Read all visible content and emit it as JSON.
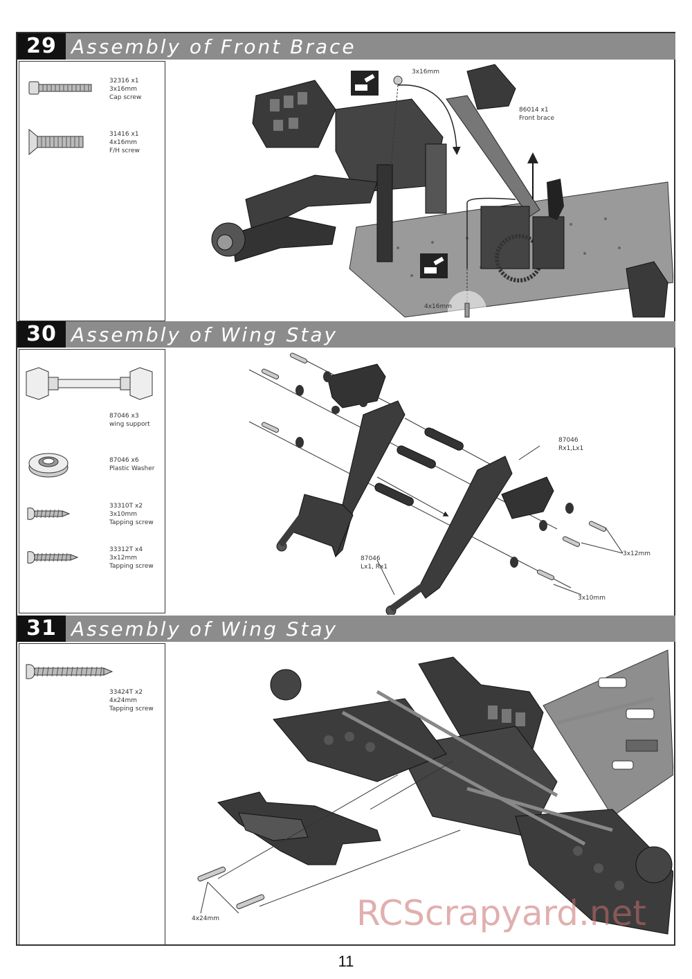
{
  "page_number": "11",
  "watermark": "RCScrapyard.net",
  "steps": [
    {
      "number": "29",
      "title": "Assembly of Front Brace",
      "parts": [
        {
          "icon": "cap-screw-icon",
          "code": "32316  x1",
          "size": "3x16mm",
          "name": "Cap screw"
        },
        {
          "icon": "flat-head-screw-icon",
          "code": "31416  x1",
          "size": "4x16mm",
          "name": "F/H  screw"
        }
      ],
      "callouts": [
        "3x16mm",
        "86014  x1",
        "Front brace",
        "4x16mm"
      ]
    },
    {
      "number": "30",
      "title": "Assembly of Wing Stay",
      "parts": [
        {
          "icon": "wing-support-icon",
          "code": "87046  x3",
          "name": "wing support"
        },
        {
          "icon": "plastic-washer-icon",
          "code": "87046  x6",
          "name": "Plastic Washer"
        },
        {
          "icon": "tapping-screw-short-icon",
          "code": "33310T  x2",
          "size": "3x10mm",
          "name": "Tapping screw"
        },
        {
          "icon": "tapping-screw-icon",
          "code": "33312T  x4",
          "size": "3x12mm",
          "name": "Tapping screw"
        }
      ],
      "callouts": [
        "87046",
        "Rx1,Lx1",
        "87046",
        "Lx1, Rx1",
        "3x12mm",
        "3x10mm"
      ]
    },
    {
      "number": "31",
      "title": "Assembly of Wing Stay",
      "parts": [
        {
          "icon": "long-tapping-screw-icon",
          "code": "33424T  x2",
          "size": "4x24mm",
          "name": "Tapping screw"
        }
      ],
      "callouts": [
        "4x24mm"
      ]
    }
  ]
}
